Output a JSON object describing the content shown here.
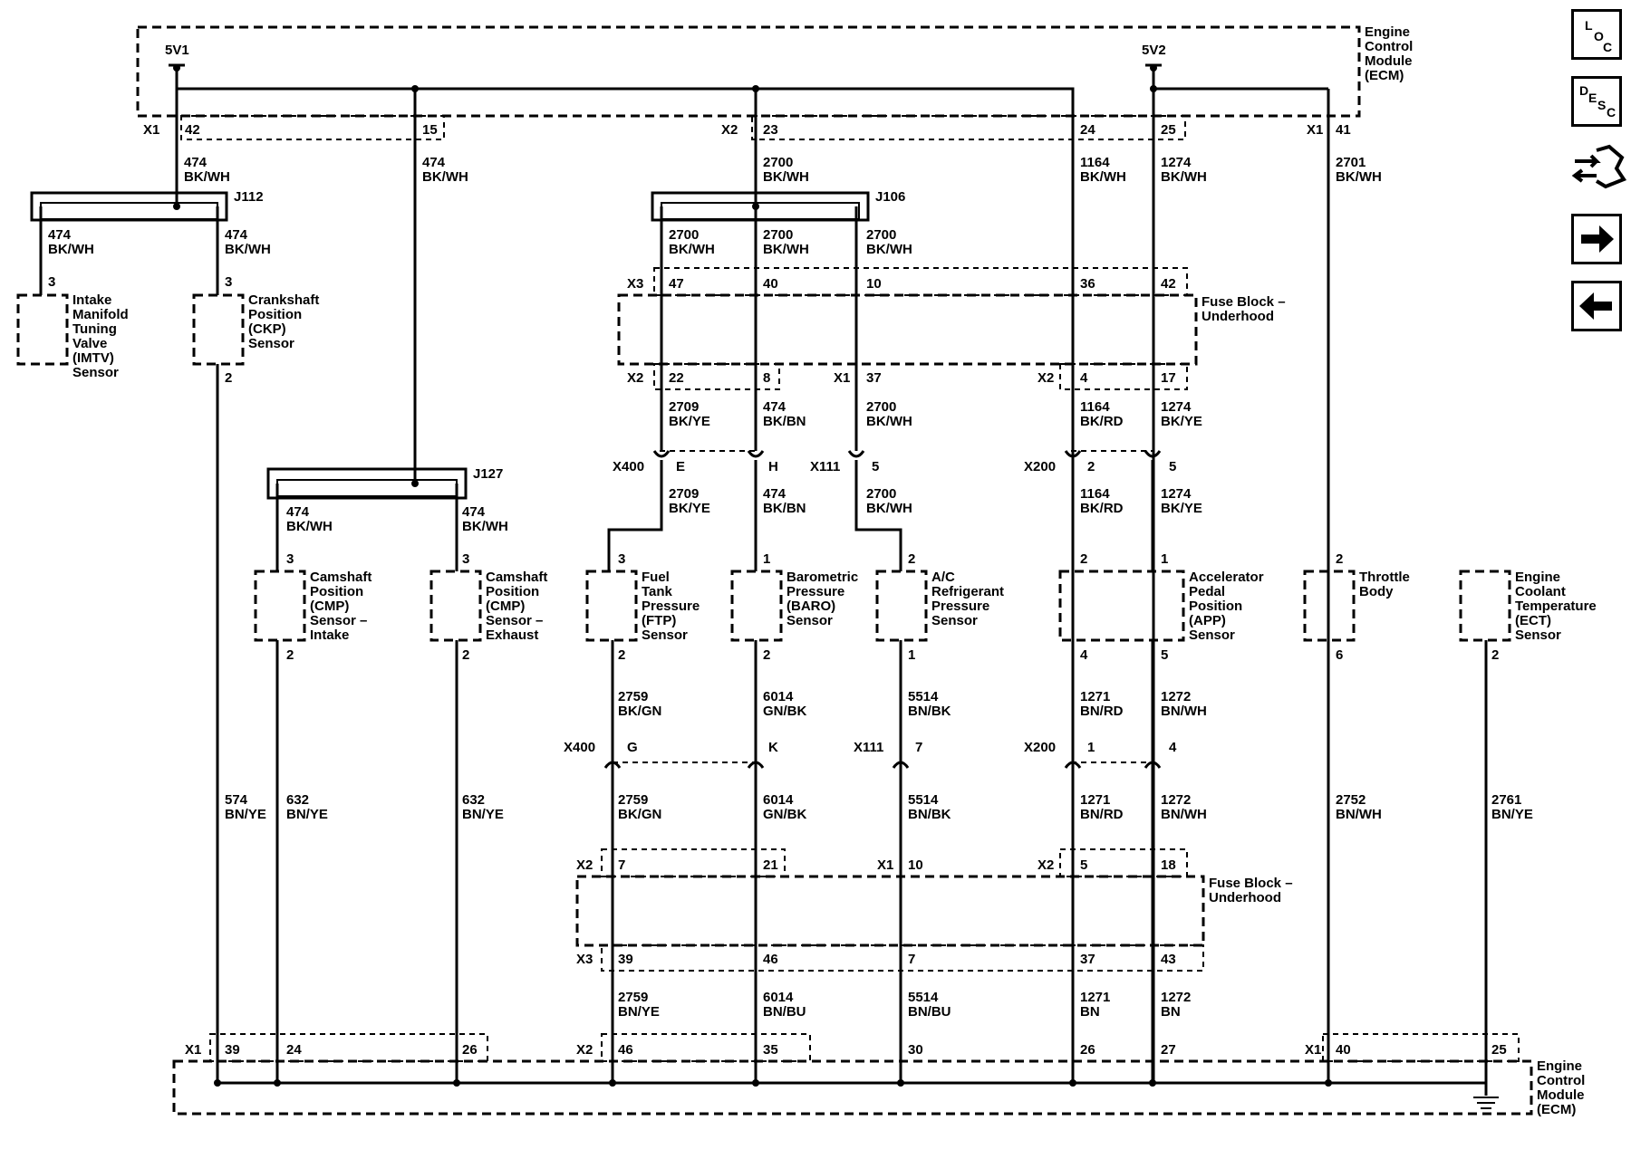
{
  "nav": {
    "loc": [
      "L",
      "O",
      "C"
    ],
    "desc": [
      "D",
      "E",
      "S",
      "C"
    ]
  },
  "supplies": {
    "v1": "5V1",
    "v2": "5V2"
  },
  "modules": {
    "ecm_top": [
      "Engine",
      "Control",
      "Module",
      "(ECM)"
    ],
    "ecm_bottom": [
      "Engine",
      "Control",
      "Module",
      "(ECM)"
    ],
    "fuse_top": [
      "Fuse Block –",
      "Underhood"
    ],
    "fuse_bottom": [
      "Fuse Block –",
      "Underhood"
    ]
  },
  "splices": {
    "j112": "J112",
    "j127": "J127",
    "j106": "J106"
  },
  "connectors": {
    "x1": "X1",
    "x2": "X2",
    "x3": "X3",
    "x400": "X400",
    "x111": "X111",
    "x200": "X200"
  },
  "ecm_top_pins": {
    "p42": "42",
    "p15": "15",
    "p23": "23",
    "p24": "24",
    "p25": "25",
    "p41": "41"
  },
  "ecm_bottom_pins": {
    "p39": "39",
    "p24": "24",
    "p26a": "26",
    "p46": "46",
    "p35": "35",
    "p30": "30",
    "p26b": "26",
    "p27": "27",
    "p40": "40",
    "p25": "25"
  },
  "fuse_top_pins": {
    "p47": "47",
    "p40": "40",
    "p10": "10",
    "p36": "36",
    "p42": "42",
    "p22": "22",
    "p8": "8",
    "p37": "37",
    "p4": "4",
    "p17": "17"
  },
  "fuse_bottom_pins": {
    "p7": "7",
    "p21": "21",
    "p10": "10",
    "p5": "5",
    "p18": "18",
    "p39": "39",
    "p46": "46",
    "p7b": "7",
    "p37": "37",
    "p43": "43"
  },
  "inline_pins": {
    "E": "E",
    "H": "H",
    "x111_5": "5",
    "x200_2": "2",
    "x200_5": "5",
    "G": "G",
    "K": "K",
    "x111_7": "7",
    "x200_1": "1",
    "x200_4": "4"
  },
  "wires": {
    "w474": "474",
    "bkwh": "BK/WH",
    "w2700": "2700",
    "w1164": "1164",
    "w1274": "1274",
    "w2701": "2701",
    "w2709": "2709",
    "bkye": "BK/YE",
    "bkbn": "BK/BN",
    "bkrd": "BK/RD",
    "w2759": "2759",
    "bkgn": "BK/GN",
    "bnye": "BN/YE",
    "w6014": "6014",
    "gnbk": "GN/BK",
    "bnbu": "BN/BU",
    "w5514": "5514",
    "bnbk": "BN/BK",
    "w1271": "1271",
    "bnrd": "BN/RD",
    "bn": "BN",
    "w1272": "1272",
    "bnwh": "BN/WH",
    "w574": "574",
    "w632": "632",
    "w2752": "2752",
    "w2761": "2761"
  },
  "components": {
    "imtv": {
      "name": [
        "Intake",
        "Manifold",
        "Tuning",
        "Valve",
        "(IMTV)",
        "Sensor"
      ],
      "pin_a": "3",
      "pin_b": ""
    },
    "ckp": {
      "name": [
        "Crankshaft",
        "Position",
        "(CKP)",
        "Sensor"
      ],
      "pin_a": "3",
      "pin_b": "2"
    },
    "cmp_in": {
      "name": [
        "Camshaft",
        "Position",
        "(CMP)",
        "Sensor –",
        "Intake"
      ],
      "pin_a": "3",
      "pin_b": "2"
    },
    "cmp_ex": {
      "name": [
        "Camshaft",
        "Position",
        "(CMP)",
        "Sensor –",
        "Exhaust"
      ],
      "pin_a": "3",
      "pin_b": "2"
    },
    "ftp": {
      "name": [
        "Fuel",
        "Tank",
        "Pressure",
        "(FTP)",
        "Sensor"
      ],
      "pin_a": "3",
      "pin_b": "2"
    },
    "baro": {
      "name": [
        "Barometric",
        "Pressure",
        "(BARO)",
        "Sensor"
      ],
      "pin_a": "1",
      "pin_b": "2"
    },
    "ac": {
      "name": [
        "A/C",
        "Refrigerant",
        "Pressure",
        "Sensor"
      ],
      "pin_a": "2",
      "pin_b": "1"
    },
    "app": {
      "name": [
        "Accelerator",
        "Pedal",
        "Position",
        "(APP)",
        "Sensor"
      ],
      "pin_a": "2",
      "pin_b": "1",
      "pin_c": "4",
      "pin_d": "5"
    },
    "throttle": {
      "name": [
        "Throttle",
        "Body"
      ],
      "pin_a": "2",
      "pin_b": "6"
    },
    "ect": {
      "name": [
        "Engine",
        "Coolant",
        "Temperature",
        "(ECT)",
        "Sensor"
      ],
      "pin_a": "",
      "pin_b": "2"
    }
  }
}
